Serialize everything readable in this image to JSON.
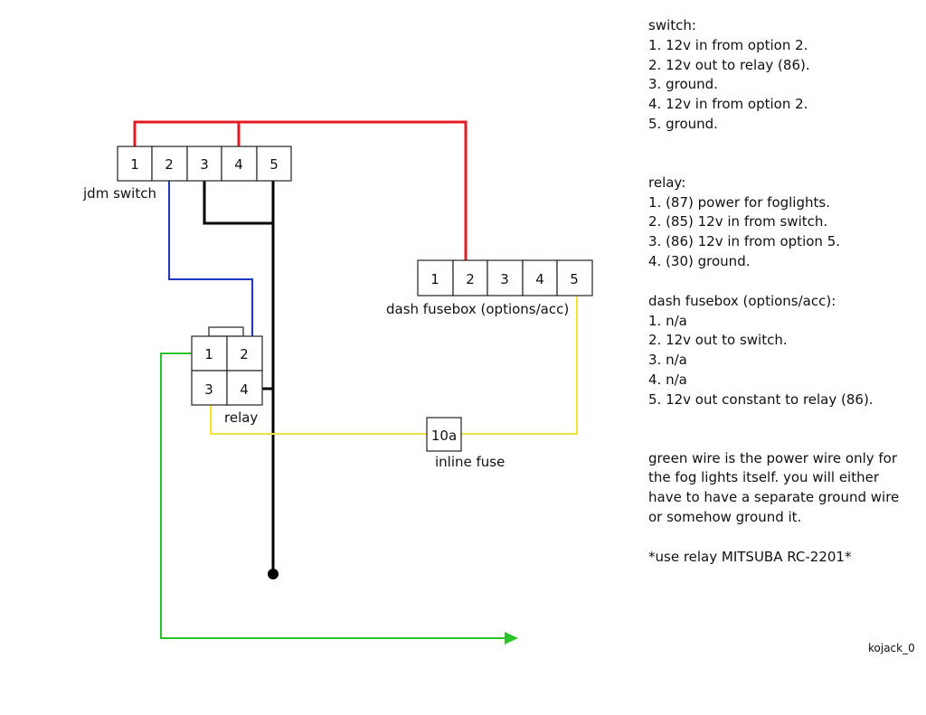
{
  "colors": {
    "red_wire": "#e01b24",
    "blue_wire": "#1f35c4",
    "black_wire": "#000000",
    "yellow_wire": "#f2e23a",
    "green_wire": "#29c42a"
  },
  "switch_block": {
    "label": "jdm switch",
    "pins": [
      "1",
      "2",
      "3",
      "4",
      "5"
    ]
  },
  "fusebox_block": {
    "label": "dash fusebox (options/acc)",
    "pins": [
      "1",
      "2",
      "3",
      "4",
      "5"
    ]
  },
  "relay_block": {
    "label": "relay",
    "pins": [
      "1",
      "2",
      "3",
      "4"
    ]
  },
  "fuse": {
    "rating": "10a",
    "label": "inline fuse"
  },
  "notes": {
    "switch": {
      "title": "switch:",
      "items": [
        "1. 12v in from option 2.",
        "2. 12v out to relay (86).",
        "3. ground.",
        "4. 12v in from option 2.",
        "5. ground."
      ]
    },
    "relay": {
      "title": "relay:",
      "items": [
        "1. (87) power for foglights.",
        "2. (85) 12v in from switch.",
        "3. (86) 12v in from option 5.",
        "4. (30) ground."
      ]
    },
    "fusebox": {
      "title": "dash fusebox (options/acc):",
      "items": [
        "1.  n/a",
        "2. 12v out to switch.",
        "3. n/a",
        "4.  n/a",
        "5. 12v out constant to relay (86)."
      ]
    },
    "green_note": [
      "green wire is the power wire only for",
      "the fog lights itself. you will either",
      "have to have a separate ground wire",
      "or somehow ground it."
    ],
    "relay_model": "*use relay MITSUBA RC-2201*"
  },
  "signature": "kojack_0"
}
